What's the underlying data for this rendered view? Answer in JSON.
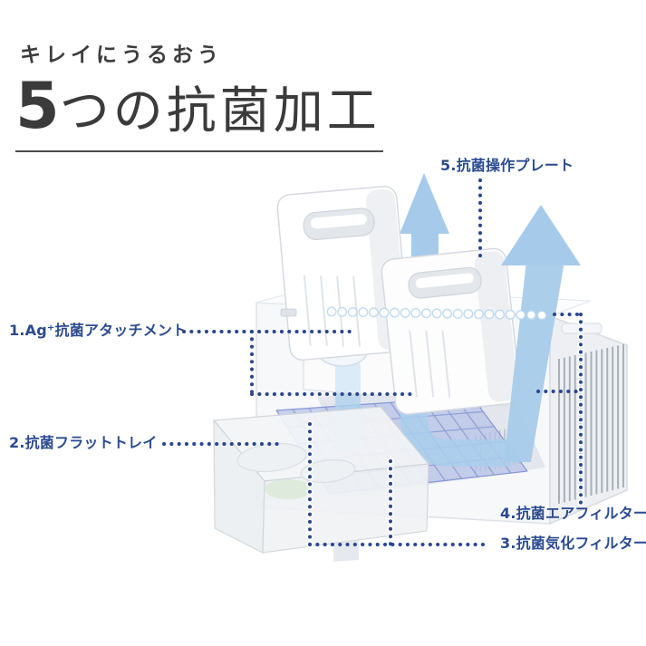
{
  "header": {
    "subtitle": "キレイにうるおう",
    "title_number": "5",
    "title_text": "つの抗菌加工"
  },
  "callouts": {
    "attachment": "1.Ag⁺抗菌アタッチメント",
    "flat_tray": "2.抗菌フラットトレイ",
    "vaporizing_filter": "3.抗菌気化フィルター",
    "air_filter": "4.抗菌エアフィルター",
    "operation_plate": "5.抗菌操作プレート"
  },
  "colors": {
    "label_blue": "#2b4b8f",
    "connector_dot_blue": "#2a478c",
    "arrow_light_blue": "#a6cbea",
    "filter_mesh_blue": "#b7c2e8",
    "title_gray": "#3b3b3b"
  }
}
